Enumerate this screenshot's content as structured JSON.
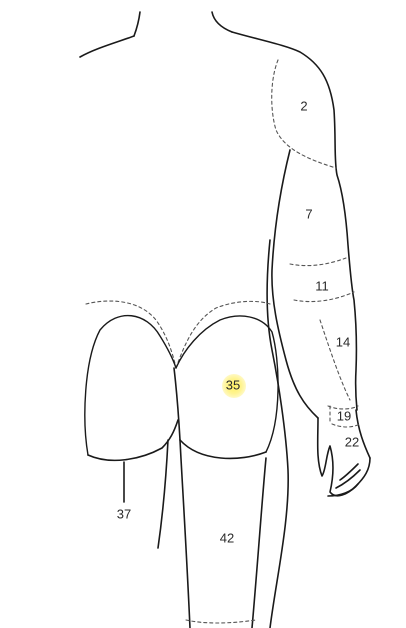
{
  "regions": [
    {
      "id": "r2",
      "label": "2"
    },
    {
      "id": "r7",
      "label": "7"
    },
    {
      "id": "r11",
      "label": "11"
    },
    {
      "id": "r14",
      "label": "14"
    },
    {
      "id": "r19",
      "label": "19"
    },
    {
      "id": "r22",
      "label": "22"
    },
    {
      "id": "r35",
      "label": "35"
    },
    {
      "id": "r37",
      "label": "37"
    },
    {
      "id": "r42",
      "label": "42"
    }
  ],
  "highlighted_region": "35",
  "highlight_color": "#fff176",
  "line_color": "#1a1a1a",
  "dashed_line_color": "#555555"
}
